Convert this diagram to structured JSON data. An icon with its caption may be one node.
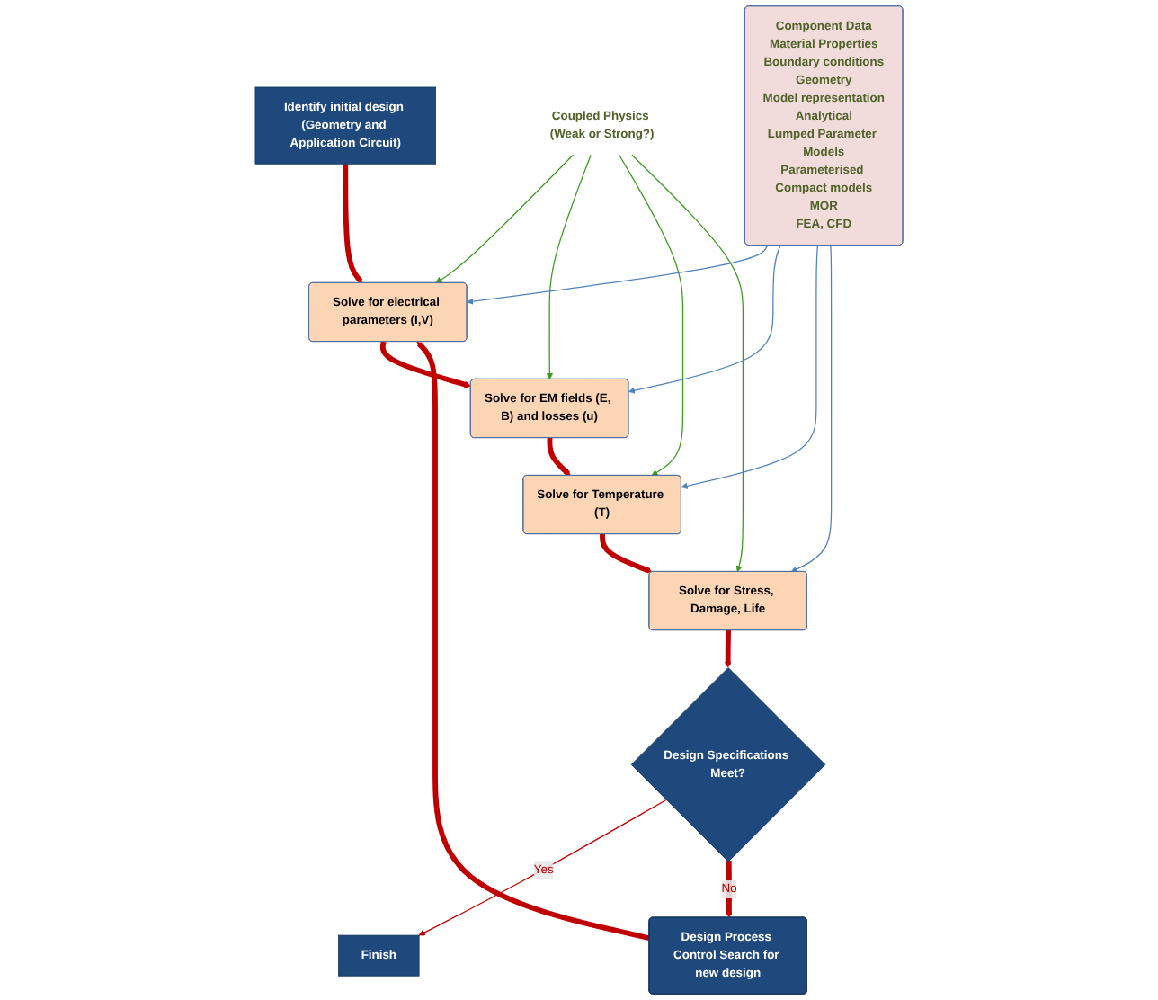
{
  "diagram": {
    "nodes": [
      {
        "text": [
          "Identify initial design (Geometry and Application Circuit)"
        ]
      },
      {
        "text": [
          "Solve for electrical parameters (I,V)"
        ]
      },
      {
        "text": [
          "Solve for EM fields (E, B) and losses (u)"
        ]
      },
      {
        "text": [
          "Solve for Temperature (T)"
        ]
      },
      {
        "text": [
          "Solve for Stress, Damage, Life"
        ]
      },
      {
        "text": [
          "Design Specifications Meet?"
        ]
      },
      {
        "text": [
          "Finish"
        ]
      },
      {
        "text": [
          "Design Process Control Search for new design"
        ]
      },
      {
        "text": [
          "Coupled Physics (Weak or Strong?)"
        ]
      },
      {
        "text": [
          "Component Data",
          "Material Properties",
          "Boundary conditions",
          "Geometry",
          "Model representation",
          "Analytical",
          "Lumped Parameter Models",
          "Parameterised Compact models",
          "MOR",
          "FEA, CFD"
        ]
      }
    ],
    "edges": [
      {
        "from": 0,
        "to": 1,
        "arrow": "to",
        "style": "thick"
      },
      {
        "from": 1,
        "to": 2,
        "arrow": "to",
        "style": "thick"
      },
      {
        "from": 2,
        "to": 3,
        "arrow": "to",
        "style": "thick"
      },
      {
        "from": 3,
        "to": 4,
        "arrow": "to",
        "style": "thick"
      },
      {
        "from": 4,
        "to": 5,
        "arrow": "to",
        "style": "thick"
      },
      {
        "from": 5,
        "to": 6,
        "arrow": "to",
        "label": "Yes"
      },
      {
        "from": 5,
        "to": 7,
        "arrow": "to",
        "label": "No",
        "style": "thick"
      },
      {
        "from": 7,
        "to": 1,
        "arrow": "to",
        "style": "thick"
      },
      {
        "from": 8,
        "to": 1,
        "arrow": "to",
        "color": "#3a9a1e"
      },
      {
        "from": 8,
        "to": 2,
        "arrow": "to",
        "color": "#3a9a1e"
      },
      {
        "from": 8,
        "to": 3,
        "arrow": "to",
        "color": "#3a9a1e"
      },
      {
        "from": 8,
        "to": 4,
        "arrow": "to",
        "color": "#3a9a1e"
      },
      {
        "from": 9,
        "to": 1,
        "arrow": "to",
        "color": "#4f81bd"
      },
      {
        "from": 9,
        "to": 2,
        "arrow": "to",
        "color": "#4f81bd"
      },
      {
        "from": 9,
        "to": 3,
        "arrow": "to",
        "color": "#4f81bd"
      },
      {
        "from": 9,
        "to": 4,
        "arrow": "to",
        "color": "#4f81bd"
      }
    ]
  }
}
